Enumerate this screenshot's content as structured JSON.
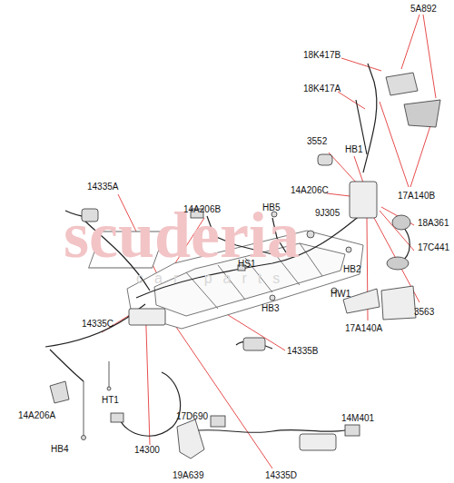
{
  "diagram": {
    "labels": [
      "scuderia",
      "car parts",
      "5A892",
      "18K417B",
      "18K417A",
      "17A140B",
      "3552",
      "HB1",
      "14A206C",
      "HB5",
      "9J305",
      "18A361",
      "17C441",
      "14335A",
      "14A206B",
      "HS1",
      "HB2",
      "HW1",
      "HB3",
      "17A140A",
      "3563",
      "14335C",
      "14335B",
      "HT1",
      "14A206A",
      "HB4",
      "14300",
      "17D690",
      "14M401",
      "19A639",
      "14335D"
    ]
  }
}
